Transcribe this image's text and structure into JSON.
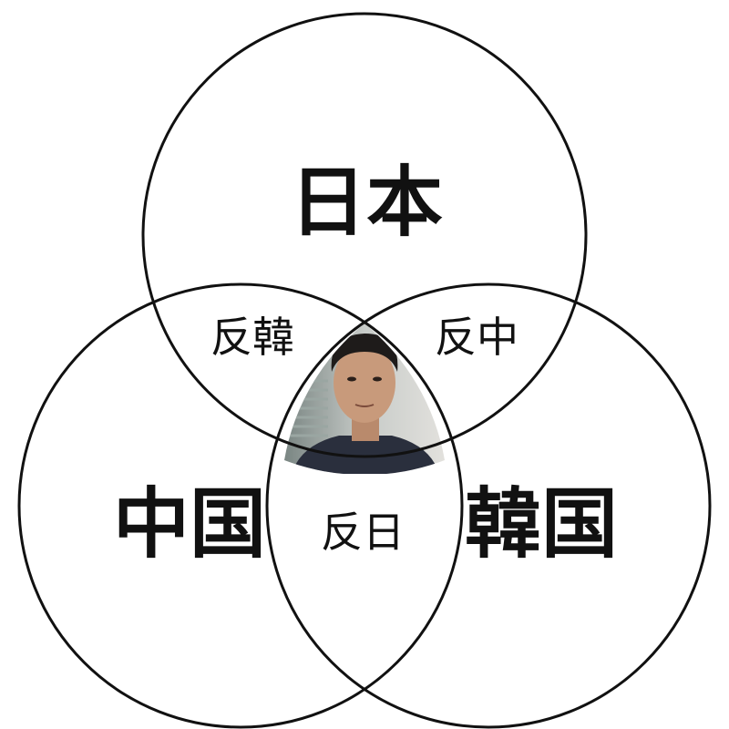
{
  "sets": [
    {
      "label": "日本"
    },
    {
      "label": "中国"
    },
    {
      "label": "韓国"
    }
  ],
  "intersections": {
    "japan_china": "反韓",
    "japan_korea": "反中",
    "china_korea": "反日"
  },
  "center": {
    "content": "photo of a man"
  },
  "colors": {
    "line": "#111111",
    "background": "#ffffff"
  }
}
